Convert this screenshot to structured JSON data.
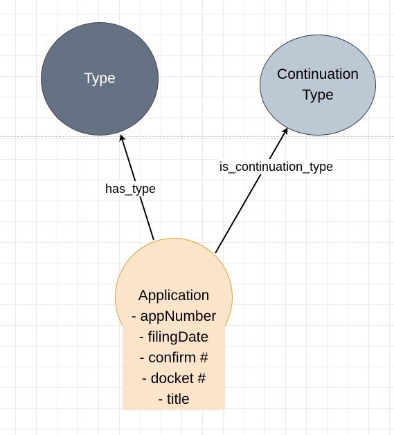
{
  "nodes": {
    "type": {
      "label": "Type",
      "fill": "#657284",
      "stroke": "#3a4350"
    },
    "continuation_type": {
      "label_line1": "Continuation",
      "label_line2": "Type",
      "fill": "#bcc8d3",
      "stroke": "#2f3f50"
    },
    "application": {
      "title": "Application",
      "attributes": [
        "- appNumber",
        "- filingDate",
        "- confirm #",
        "- docket #",
        "- title"
      ],
      "fill": "#fbe4c9",
      "stroke": "#d3a437"
    }
  },
  "edges": {
    "has_type": {
      "label": "has_type",
      "from": "Application",
      "to": "Type"
    },
    "is_continuation_type": {
      "label": "is_continuation_type",
      "from": "Application",
      "to": "Continuation Type"
    }
  }
}
